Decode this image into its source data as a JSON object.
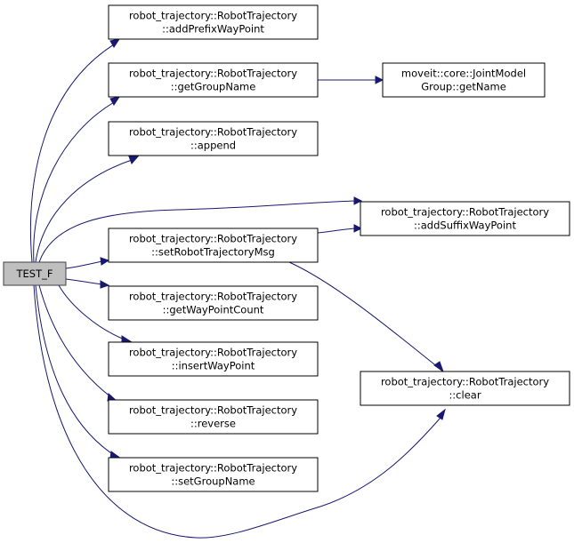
{
  "graph": {
    "type": "call-graph",
    "edge_color": "#191970",
    "root_fill": "#bfbfbf",
    "nodes": [
      {
        "id": "test_f",
        "lines": [
          "TEST_F"
        ],
        "root": true
      },
      {
        "id": "addPrefixWayPoint",
        "lines": [
          "robot_trajectory::RobotTrajectory",
          "::addPrefixWayPoint"
        ]
      },
      {
        "id": "getGroupName",
        "lines": [
          "robot_trajectory::RobotTrajectory",
          "::getGroupName"
        ]
      },
      {
        "id": "append",
        "lines": [
          "robot_trajectory::RobotTrajectory",
          "::append"
        ]
      },
      {
        "id": "setRobotTrajectoryMsg",
        "lines": [
          "robot_trajectory::RobotTrajectory",
          "::setRobotTrajectoryMsg"
        ]
      },
      {
        "id": "getWayPointCount",
        "lines": [
          "robot_trajectory::RobotTrajectory",
          "::getWayPointCount"
        ]
      },
      {
        "id": "insertWayPoint",
        "lines": [
          "robot_trajectory::RobotTrajectory",
          "::insertWayPoint"
        ]
      },
      {
        "id": "reverse",
        "lines": [
          "robot_trajectory::RobotTrajectory",
          "::reverse"
        ]
      },
      {
        "id": "setGroupName",
        "lines": [
          "robot_trajectory::RobotTrajectory",
          "::setGroupName"
        ]
      },
      {
        "id": "jmgGetName",
        "lines": [
          "moveit::core::JointModel",
          "Group::getName"
        ]
      },
      {
        "id": "addSuffixWayPoint",
        "lines": [
          "robot_trajectory::RobotTrajectory",
          "::addSuffixWayPoint"
        ]
      },
      {
        "id": "clear",
        "lines": [
          "robot_trajectory::RobotTrajectory",
          "::clear"
        ]
      }
    ],
    "edges": [
      {
        "from": "test_f",
        "to": "addPrefixWayPoint"
      },
      {
        "from": "test_f",
        "to": "getGroupName"
      },
      {
        "from": "test_f",
        "to": "append"
      },
      {
        "from": "test_f",
        "to": "addSuffixWayPoint"
      },
      {
        "from": "test_f",
        "to": "setRobotTrajectoryMsg"
      },
      {
        "from": "test_f",
        "to": "getWayPointCount"
      },
      {
        "from": "test_f",
        "to": "insertWayPoint"
      },
      {
        "from": "test_f",
        "to": "reverse"
      },
      {
        "from": "test_f",
        "to": "setGroupName"
      },
      {
        "from": "test_f",
        "to": "clear"
      },
      {
        "from": "getGroupName",
        "to": "jmgGetName"
      },
      {
        "from": "setRobotTrajectoryMsg",
        "to": "addSuffixWayPoint"
      },
      {
        "from": "setRobotTrajectoryMsg",
        "to": "clear"
      }
    ]
  }
}
